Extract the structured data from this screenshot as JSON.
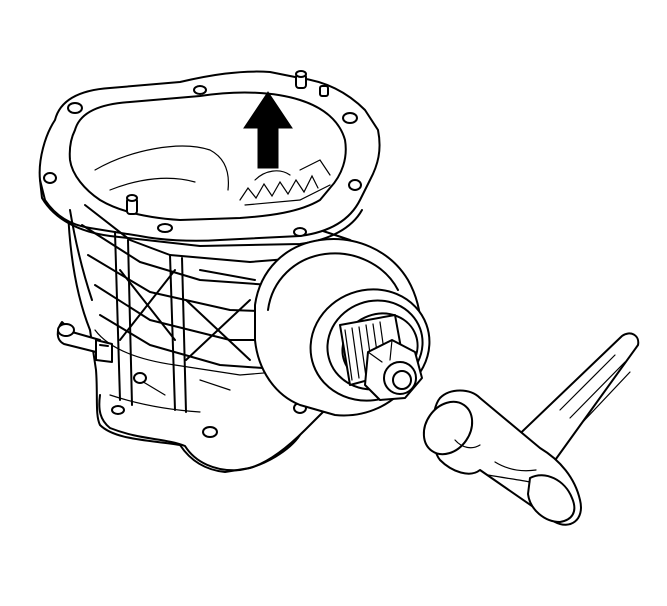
{
  "figure": {
    "subject": "transmission-housing",
    "components": [
      {
        "id": "housing",
        "icon": "transmission-case-icon"
      },
      {
        "id": "bell-flange",
        "icon": "flange-icon"
      },
      {
        "id": "output-shaft",
        "icon": "splined-shaft-icon"
      },
      {
        "id": "shaft-nut",
        "icon": "hex-nut-icon"
      },
      {
        "id": "fitting",
        "icon": "tube-fitting-icon"
      },
      {
        "id": "direction-arrow",
        "icon": "arrow-up-icon",
        "direction": "up"
      },
      {
        "id": "hammer",
        "icon": "ball-peen-hammer-icon"
      }
    ],
    "colors": {
      "line": "#000000",
      "background": "#ffffff"
    }
  }
}
